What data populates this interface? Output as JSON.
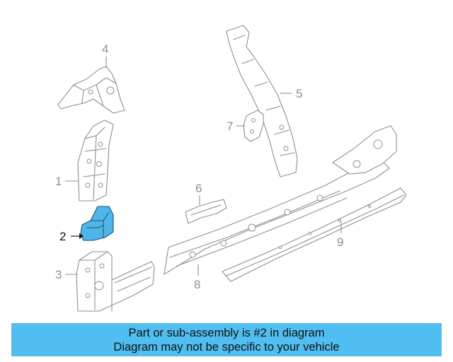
{
  "callouts": [
    {
      "id": "1",
      "label": "1"
    },
    {
      "id": "2",
      "label": "2"
    },
    {
      "id": "3",
      "label": "3"
    },
    {
      "id": "4",
      "label": "4"
    },
    {
      "id": "5",
      "label": "5"
    },
    {
      "id": "6",
      "label": "6"
    },
    {
      "id": "7",
      "label": "7"
    },
    {
      "id": "8",
      "label": "8"
    },
    {
      "id": "9",
      "label": "9"
    }
  ],
  "highlighted_part": "2",
  "colors": {
    "highlight": "#4fb6ea",
    "banner": "#50bef0",
    "line": "#8b8f94"
  },
  "banner": {
    "line1": "Part or sub-assembly is #2 in diagram",
    "line2": "Diagram may not be specific to your vehicle"
  }
}
